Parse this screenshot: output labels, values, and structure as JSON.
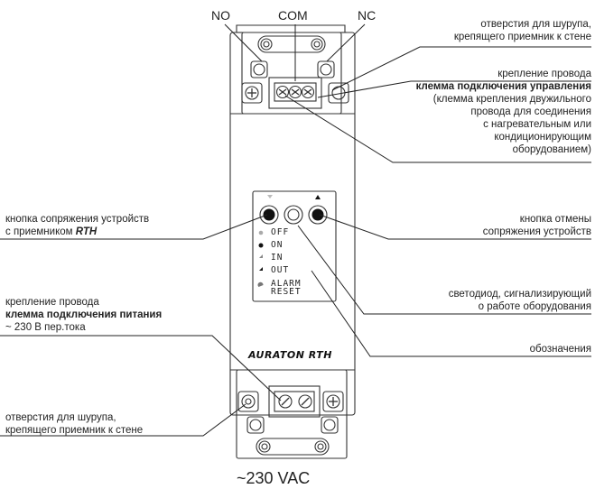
{
  "terminals": {
    "no": "NO",
    "com": "COM",
    "nc": "NC"
  },
  "device": {
    "brand": "AURATON RTH",
    "led_labels": [
      "OFF",
      "ON",
      "IN",
      "OUT",
      "ALARM",
      "RESET"
    ],
    "voltage": "~230 VAC"
  },
  "labels": {
    "top_screw_holes": [
      "отверстия для шурупа,",
      "крепящего приемник к стене"
    ],
    "control_wire": {
      "line1": "крепление провода",
      "bold": "клемма подключения управления",
      "rest": [
        "(клемма крепления двужильного",
        "провода для соединения",
        "с нагревательным или",
        "кондиционирующим",
        "оборудованием)"
      ]
    },
    "pair_button": {
      "line1": "кнопка сопряжения устройств",
      "line2_prefix": "с приемником ",
      "line2_bold": "RTH"
    },
    "cancel_button": [
      "кнопка отмены",
      "сопряжения устройств"
    ],
    "power_wire": {
      "line1": "крепление провода",
      "bold": "клемма подключения питания",
      "line3": "~ 230 В пер.тока"
    },
    "led_indicator": [
      "светодиод, сигнализирующий",
      "о работе оборудования"
    ],
    "legend": "обозначения",
    "bottom_screw_holes": [
      "отверстия для шурупа,",
      "крепящего приемник к стене"
    ]
  }
}
